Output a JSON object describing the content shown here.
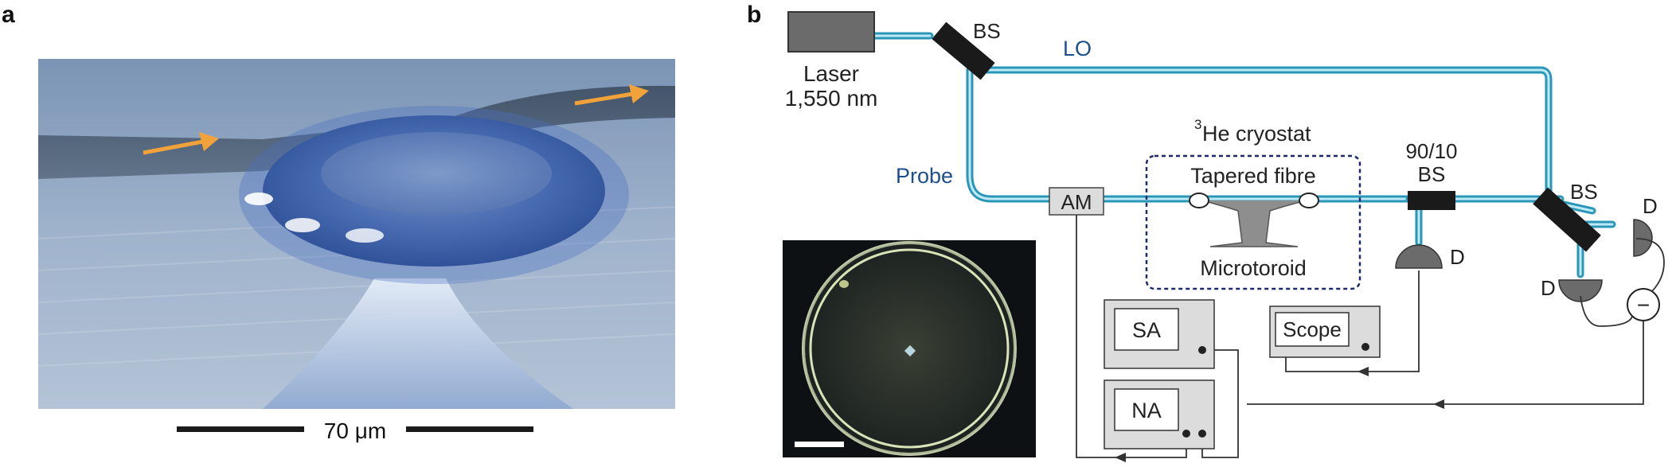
{
  "panel_a": {
    "letter": "a",
    "scale_bar_label": "70 μm"
  },
  "panel_b": {
    "letter": "b",
    "laser_label_line1": "Laser",
    "laser_label_line2": "1,550 nm",
    "bs_top": "BS",
    "lo_label": "LO",
    "probe_label": "Probe",
    "am_label": "AM",
    "cryostat_sup": "3",
    "cryostat_label": "He cryostat",
    "tapered_fibre_label": "Tapered fibre",
    "microtoroid_label": "Microtoroid",
    "bs_9010_line1": "90/10",
    "bs_9010_line2": "BS",
    "bs_right": "BS",
    "detector_mid": "D",
    "detector_right_top": "D",
    "detector_right_bottom": "D",
    "subtract_symbol": "−",
    "sa_label": "SA",
    "scope_label": "Scope",
    "na_label": "NA"
  },
  "colors": {
    "fibre": "#5ec4df",
    "fibre_dark": "#2a97b8",
    "label_blue": "#1d4f8c",
    "box_fill": "#dcdcdc",
    "background_a": "#8fa4c1",
    "arrow_orange": "#f2a23a"
  }
}
